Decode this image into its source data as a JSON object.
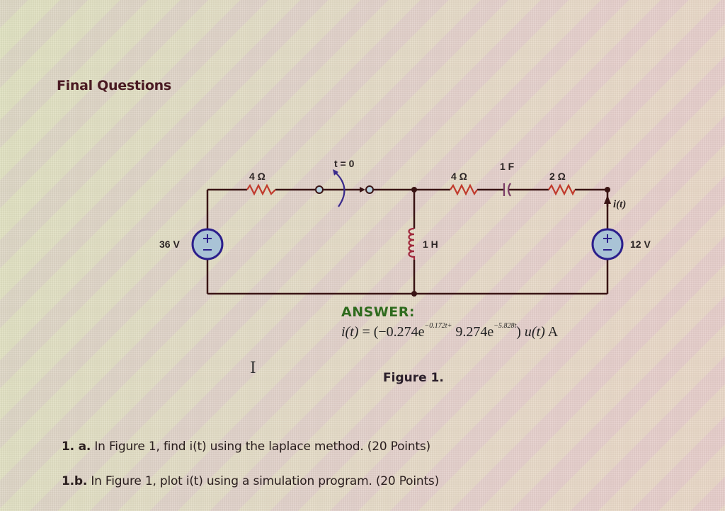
{
  "page": {
    "title": "Final Questions"
  },
  "figure": {
    "caption": "Figure 1.",
    "components": {
      "source_left": {
        "label": "36 V",
        "type": "dc-voltage-source",
        "polarity_top": "+",
        "polarity_bottom": "−"
      },
      "resistor_1": {
        "label": "4 Ω"
      },
      "switch": {
        "label": "t = 0"
      },
      "resistor_2": {
        "label": "4 Ω"
      },
      "capacitor": {
        "label": "1 F"
      },
      "resistor_3": {
        "label": "2 Ω"
      },
      "inductor": {
        "label": "1 H"
      },
      "source_right": {
        "label": "12 V",
        "type": "dc-voltage-source",
        "polarity_top": "+",
        "polarity_bottom": "−"
      },
      "current": {
        "label": "i(t)"
      }
    },
    "colors": {
      "wire": "#3a1414",
      "resistor": "#c0392b",
      "inductor": "#a0283c",
      "capacitor": "#7a3a66",
      "source_fill": "#a9c3d6",
      "source_stroke": "#2c1f8c",
      "switch_arc": "#3a2b8c",
      "answer_heading": "#2f6b1e"
    }
  },
  "answer": {
    "heading": "ANSWER:",
    "lhs": "i(t)",
    "equals": "=",
    "open": "(",
    "term1_coef": "−0.274e",
    "term1_exp": "−0.172t",
    "plus": "+",
    "term2_coef": "9.274e",
    "term2_exp": "−5.828t",
    "close": ")",
    "step": "u(t)",
    "unit": "A"
  },
  "questions": [
    {
      "number": "1. a.",
      "text": "In Figure 1, find i(t) using the laplace method. (20 Points)"
    },
    {
      "number": "1.b.",
      "text": "In Figure 1, plot i(t) using a simulation program. (20 Points)"
    }
  ],
  "cursor": {
    "glyph": "I"
  }
}
